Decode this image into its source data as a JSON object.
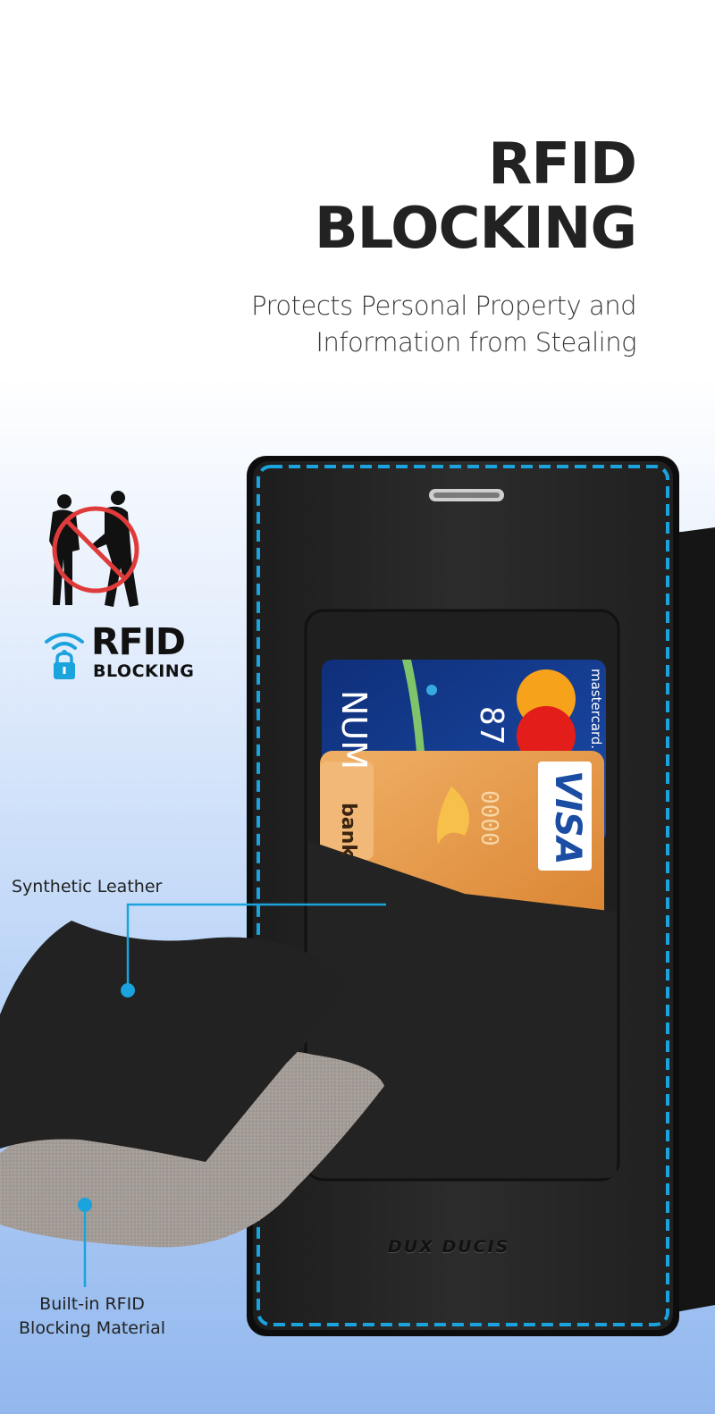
{
  "hero": {
    "title_line1": "RFID",
    "title_line2": "BLOCKING",
    "subtitle_line1": "Protects Personal Property and",
    "subtitle_line2": "Information from Stealing"
  },
  "badge": {
    "word1": "RFID",
    "word2": "BLOCKING",
    "scene_icon": "pickpocket-prohibited-icon",
    "lock_icon": "wireless-lock-icon"
  },
  "callouts": {
    "leather": "Synthetic Leather",
    "material_line1": "Built-in RFID",
    "material_line2": "Blocking Material"
  },
  "product": {
    "brand": "DUX DUCIS",
    "card_back_text": "NUM",
    "card_back_digits": "87",
    "card_back_brand": "mastercard.",
    "card_front_text": "bank",
    "card_front_digits": "0000",
    "card_front_brand": "VISA"
  },
  "colors": {
    "accent": "#1aa3dc",
    "case": "#262626",
    "prohibit_red": "#e03b3b",
    "card_blue": "#1b3f8f",
    "card_orange": "#e69a49"
  }
}
